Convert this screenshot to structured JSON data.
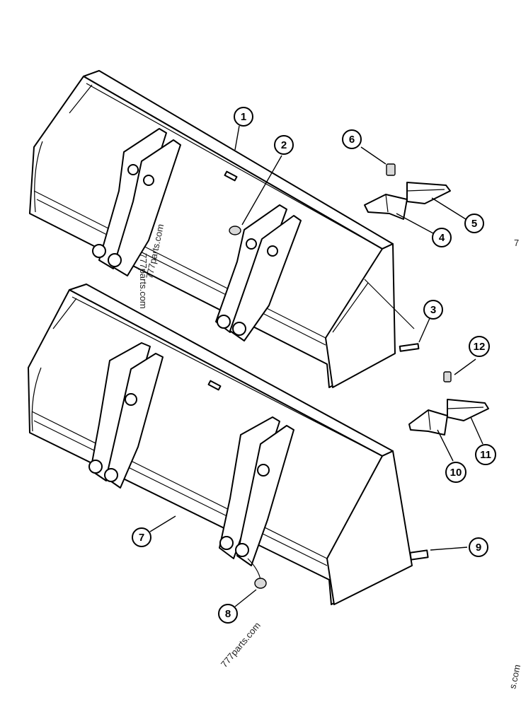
{
  "callouts": [
    {
      "id": "c1",
      "label": "1"
    },
    {
      "id": "c2",
      "label": "2"
    },
    {
      "id": "c3",
      "label": "3"
    },
    {
      "id": "c4",
      "label": "4"
    },
    {
      "id": "c5",
      "label": "5"
    },
    {
      "id": "c6",
      "label": "6"
    },
    {
      "id": "c7",
      "label": "7"
    },
    {
      "id": "c8",
      "label": "8"
    },
    {
      "id": "c9",
      "label": "9"
    },
    {
      "id": "c10",
      "label": "10"
    },
    {
      "id": "c11",
      "label": "11"
    },
    {
      "id": "c12",
      "label": "12"
    }
  ],
  "watermarks": {
    "center_a": "777parts.com",
    "center_b": "777parts.com",
    "bottom": "777parts.com",
    "corner": "s.com",
    "edge": "7"
  }
}
